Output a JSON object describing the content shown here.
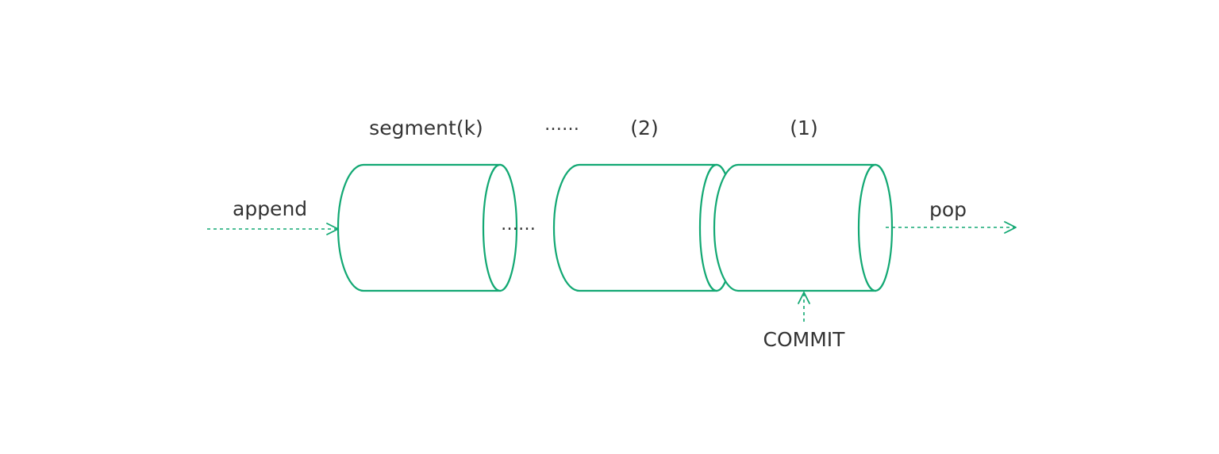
{
  "colors": {
    "accent": "#12a873",
    "text": "#333333",
    "background": "#ffffff"
  },
  "labels": {
    "segment_k": "segment(k)",
    "ellipsis_top": "……",
    "segment_2": "(2)",
    "segment_1": "(1)",
    "ellipsis_middle": "……",
    "append": "append",
    "pop": "pop",
    "commit": "COMMIT"
  }
}
